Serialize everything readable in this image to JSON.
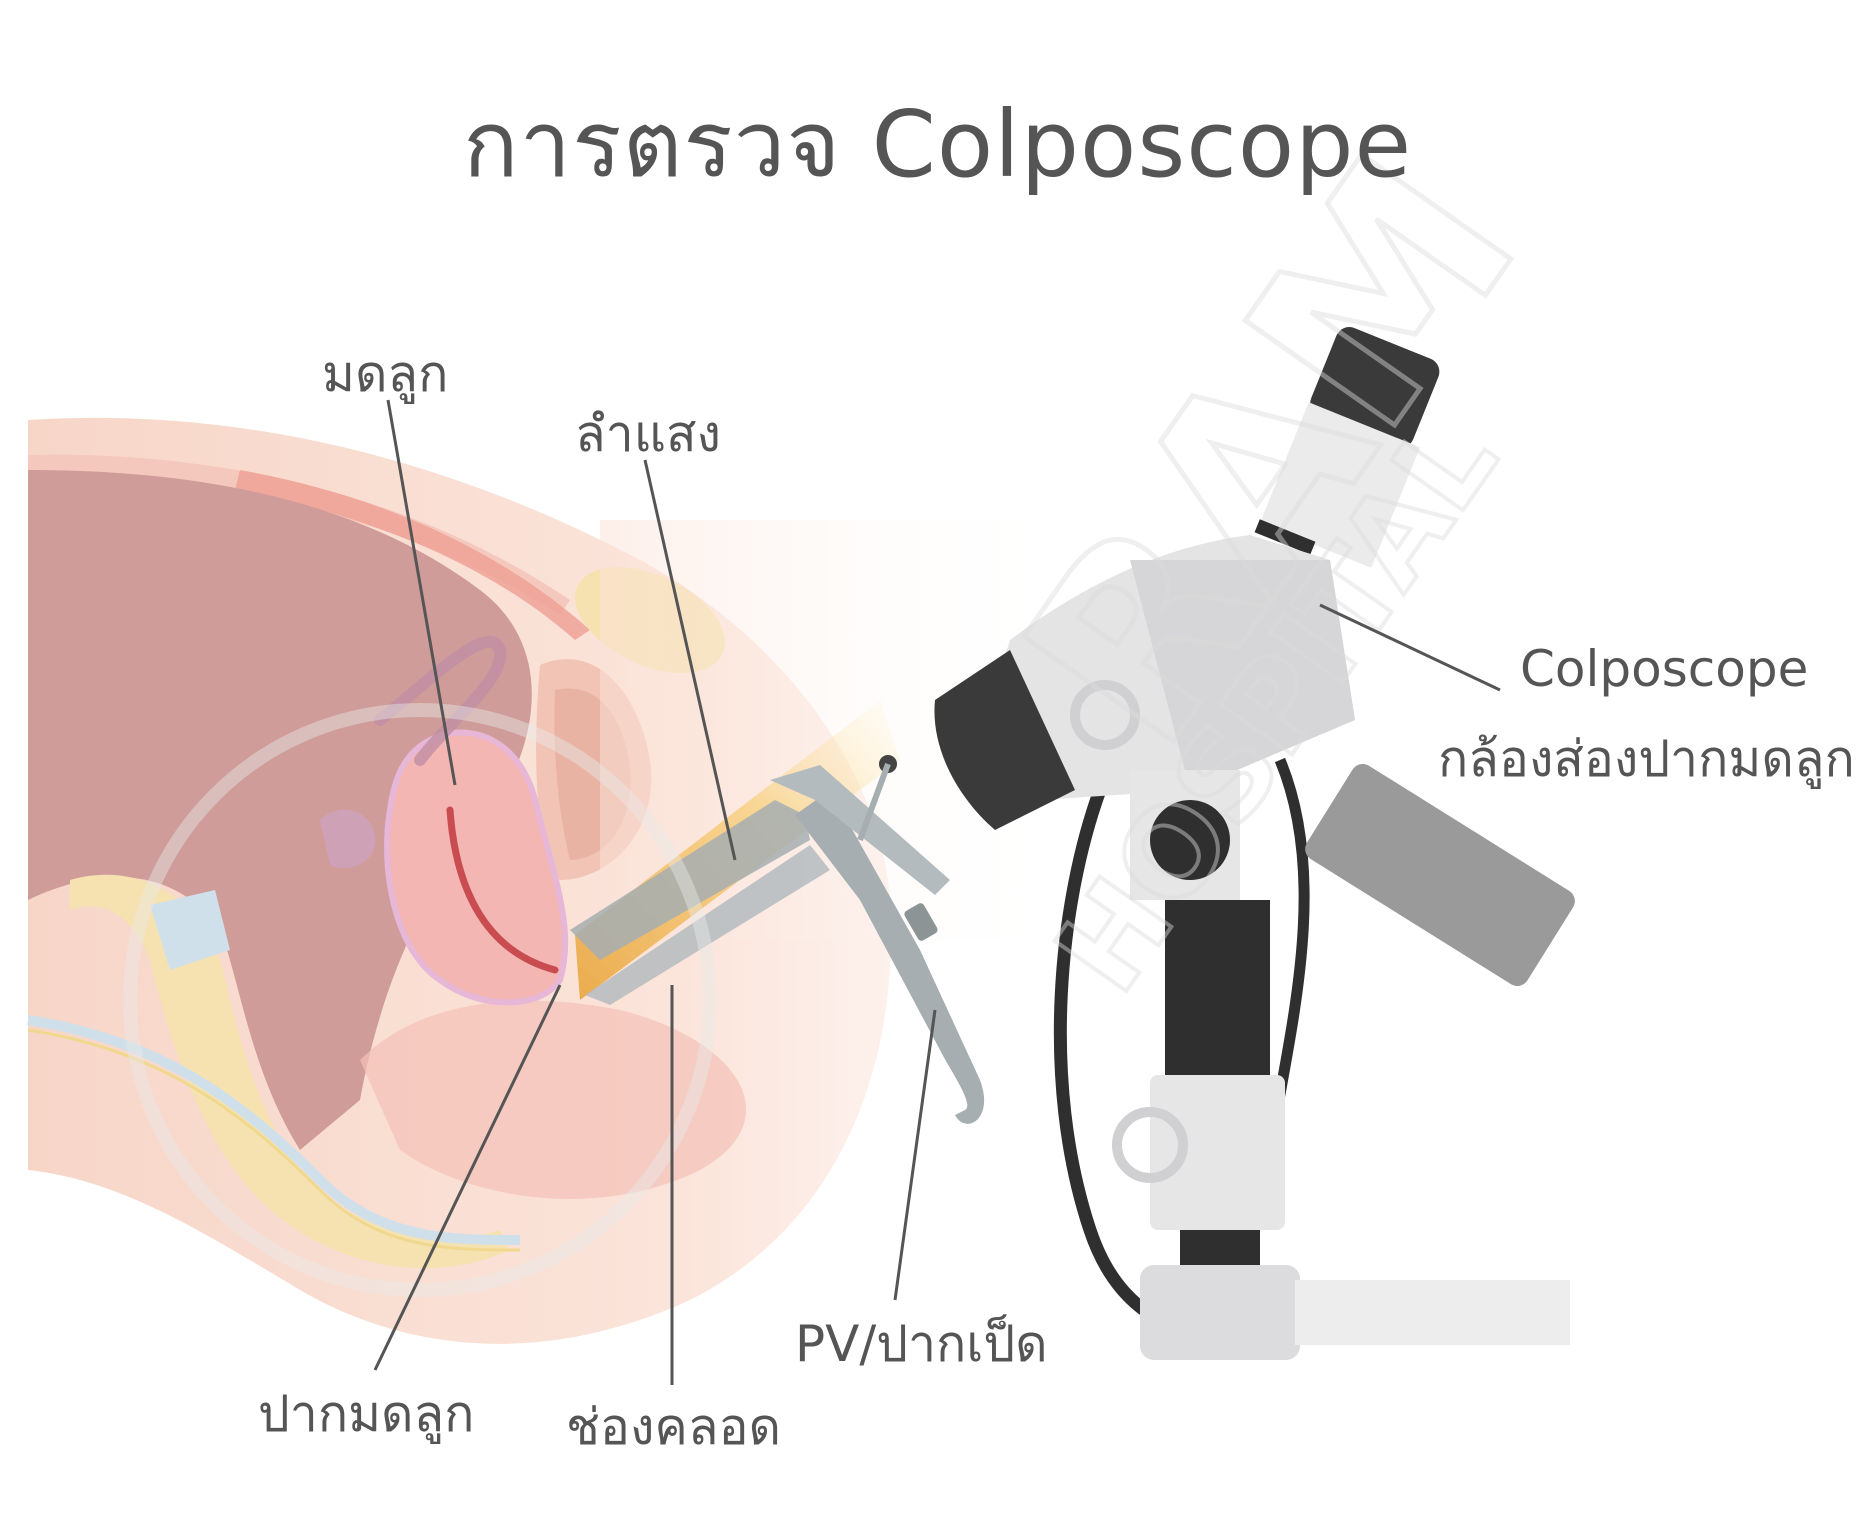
{
  "title": "การตรวจ Colposcope",
  "labels": {
    "uterus": "มดลูก",
    "light_beam": "ลำแสง",
    "colposcope_en": "Colposcope",
    "colposcope_th": "กล้องส่องปากมดลูก",
    "speculum": "PV/ปากเป็ด",
    "cervix": "ปากมดลูก",
    "vagina": "ช่องคลอด"
  },
  "watermark": {
    "text1": "RAM",
    "text2": "HOSPITAL"
  },
  "colors": {
    "label": "#555555",
    "leader": "#555555",
    "skin": "#f8d9cc",
    "organ": "#cf9c99",
    "uterus": "#f3b6b2",
    "bone": "#f6e2b0",
    "device_light": "#e6e6e7",
    "device_dark": "#3a3a3a",
    "speculum": "#a6aeb1",
    "beam": "#f2b44a"
  }
}
